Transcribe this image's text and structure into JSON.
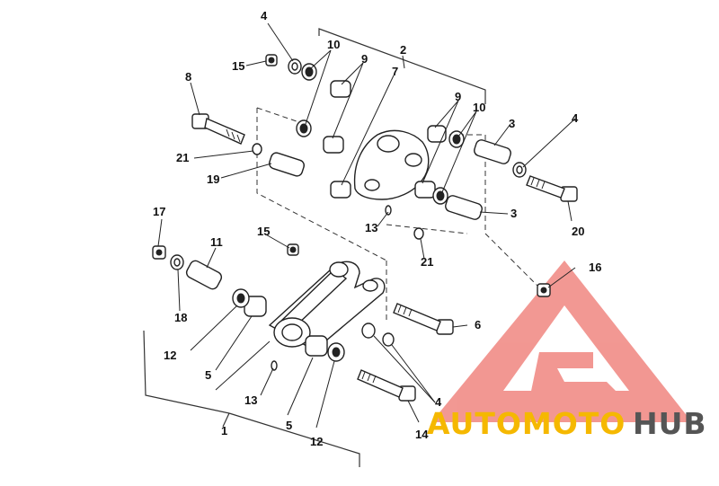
{
  "diagram": {
    "callouts": [
      "1",
      "2",
      "3",
      "3",
      "4",
      "4",
      "4",
      "5",
      "5",
      "6",
      "7",
      "8",
      "9",
      "9",
      "10",
      "10",
      "11",
      "12",
      "12",
      "13",
      "13",
      "14",
      "15",
      "15",
      "16",
      "17",
      "18",
      "19",
      "20",
      "21",
      "21"
    ]
  },
  "watermark": {
    "text_part1": "AUTOMOTO",
    "text_part2": "HUB",
    "color_main": "#e8433a",
    "color_accent": "#f5b800",
    "color_dark": "#555555"
  }
}
